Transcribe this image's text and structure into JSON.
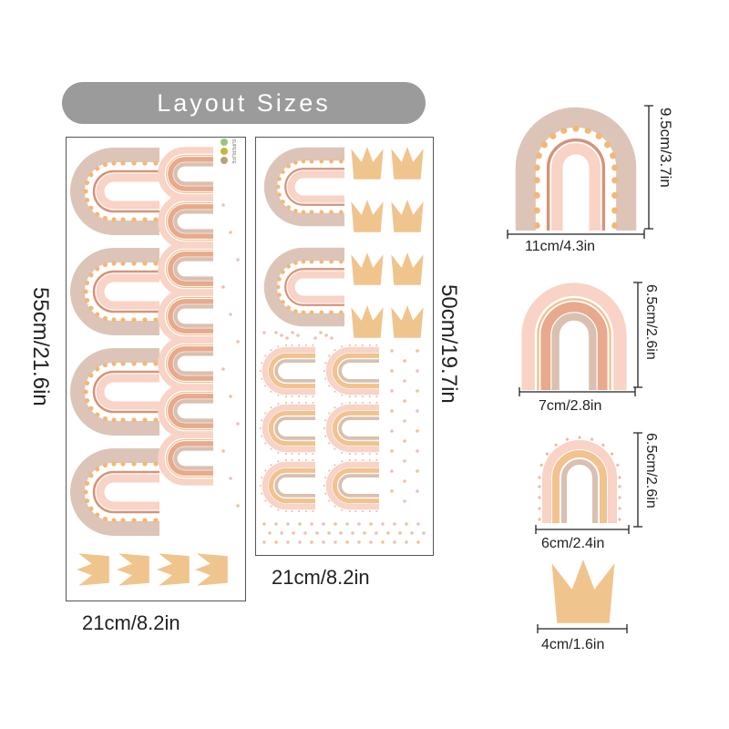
{
  "title": "Layout Sizes",
  "sheet1": {
    "height_label": "55cm/21.6in",
    "width_label": "21cm/8.2in",
    "brand": "SUPERLIFE"
  },
  "sheet2": {
    "height_label": "50cm/19.7in",
    "width_label": "21cm/8.2in"
  },
  "items": [
    {
      "height_label": "9.5cm/3.7in",
      "width_label": "11cm/4.3in"
    },
    {
      "height_label": "6.5cm/2.6in",
      "width_label": "7cm/2.8in"
    },
    {
      "height_label": "6.5cm/2.6in",
      "width_label": "6cm/2.4in"
    },
    {
      "width_label": "4cm/1.6in"
    }
  ],
  "colors": {
    "beige": "#dcc5b8",
    "dot": "#f2b878",
    "line": "#d49479",
    "pink": "#f8d3c6",
    "salmon": "#e8a98c",
    "orange": "#f2c28f",
    "crown": "#f0c48d",
    "pill": "#9b9b9b"
  }
}
